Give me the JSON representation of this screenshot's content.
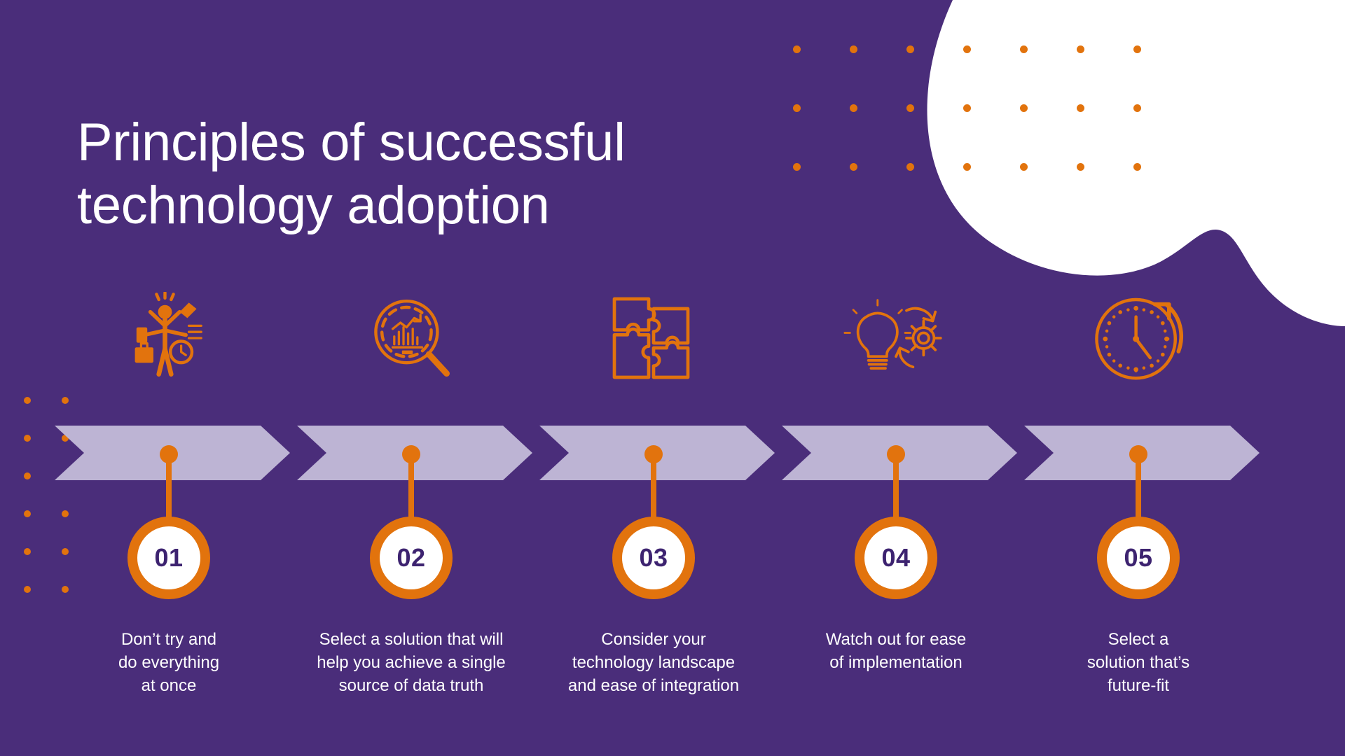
{
  "slide": {
    "title": "Principles of successful\ntechnology adoption",
    "background_color": "#4a2d7a",
    "accent_color": "#e2730d",
    "chevron_color": "#bdb4d4",
    "text_color": "#ffffff",
    "number_color": "#3d2370"
  },
  "decor": {
    "dots_top_label": "dot-grid-top-right",
    "dots_left_label": "dot-grid-left",
    "blob_label": "white-organic-shape"
  },
  "steps": [
    {
      "number": "01",
      "icon": "multitasking-person-icon",
      "caption": "Don’t try and\ndo everything\nat once"
    },
    {
      "number": "02",
      "icon": "magnifying-glass-chart-icon",
      "caption": "Select a solution that will\nhelp you achieve a single\nsource of data truth"
    },
    {
      "number": "03",
      "icon": "puzzle-pieces-icon",
      "caption": "Consider your\ntechnology landscape\nand ease of integration"
    },
    {
      "number": "04",
      "icon": "lightbulb-gear-icon",
      "caption": "Watch out for ease\nof implementation"
    },
    {
      "number": "05",
      "icon": "clock-arrow-icon",
      "caption": "Select a\nsolution that’s\nfuture-fit"
    }
  ]
}
